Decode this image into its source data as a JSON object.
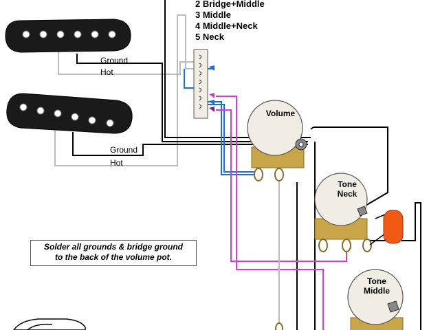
{
  "switch_positions": [
    "2 Bridge+Middle",
    "3 Middle",
    "4 Middle+Neck",
    "5 Neck"
  ],
  "pickup_labels": {
    "neck_ground": "Ground",
    "neck_hot": "Hot",
    "middle_ground": "Ground",
    "middle_hot": "Hot"
  },
  "pots": {
    "volume": "Volume",
    "tone_neck_line1": "Tone",
    "tone_neck_line2": "Neck",
    "tone_middle_line1": "Tone",
    "tone_middle_line2": "Middle"
  },
  "note": {
    "line1": "Solder all grounds & bridge ground",
    "line2": "to the back of the volume pot."
  },
  "colors": {
    "ground_wire": "#000000",
    "hot_wire": "#bbbbbb",
    "blue_wire": "#1a6fd6",
    "magenta_wire": "#d43ad4",
    "capacitor": "#f05a14",
    "pickup_body": "#1a1a1a",
    "pot_body": "#f2ede4",
    "pot_lug": "#c9a54a"
  }
}
